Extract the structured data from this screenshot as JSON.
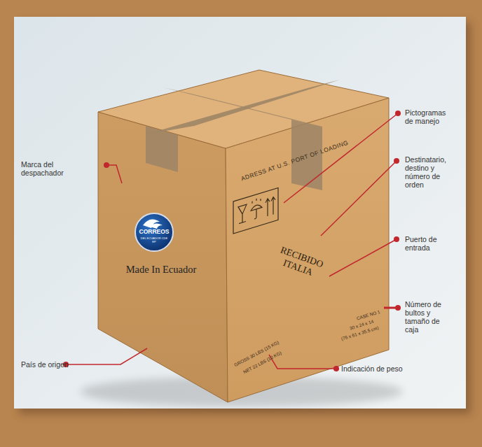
{
  "diagram": {
    "labels": [
      "Marca del despachador",
      "CORREOS",
      "DEL ECUADOR CDE EP",
      "Made In Ecuador",
      "País de origen",
      "ADRESS AT U.S. PORT OF LOADING",
      "Pictogramas de manejo",
      "Destinatario, destino y número de orden",
      "RECIBIDO ITALIA",
      "Puerto de entrada",
      "CASE NO 1",
      "30 x 24 x 14",
      "(76 x 61 x 35.5 cm)",
      "Número de bultos y tamaño de caja",
      "GROSS 30 LBS (15 KG)",
      "NET 22 LBS (10 KG)",
      "Indicación de peso"
    ]
  }
}
